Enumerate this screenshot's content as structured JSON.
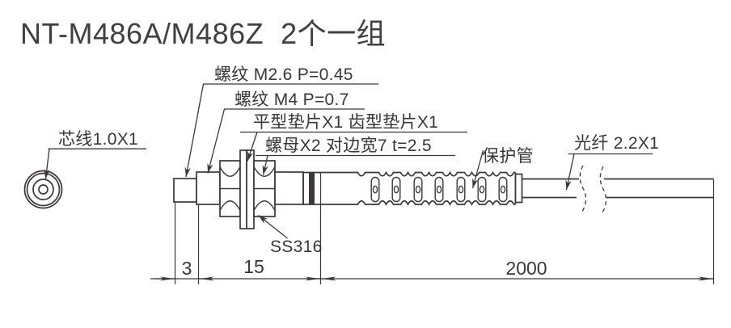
{
  "title": "NT-M486A/M486Z  2个一组",
  "drawing": {
    "line_color": "#3d3739",
    "callouts": {
      "core_wire": "芯线1.0X1",
      "thread_fine": "螺纹 M2.6 P=0.45",
      "thread_main": "螺纹 M4 P=0.7",
      "washers": "平型垫片X1 齿型垫片X1",
      "nuts": "螺母X2 对边宽7 t=2.5",
      "protective_tube": "保护管",
      "fiber": "光纤 2.2X1",
      "material": "SS316"
    },
    "dimensions": {
      "tip_length": "3",
      "thread_length": "15",
      "cable_length": "2000"
    }
  }
}
